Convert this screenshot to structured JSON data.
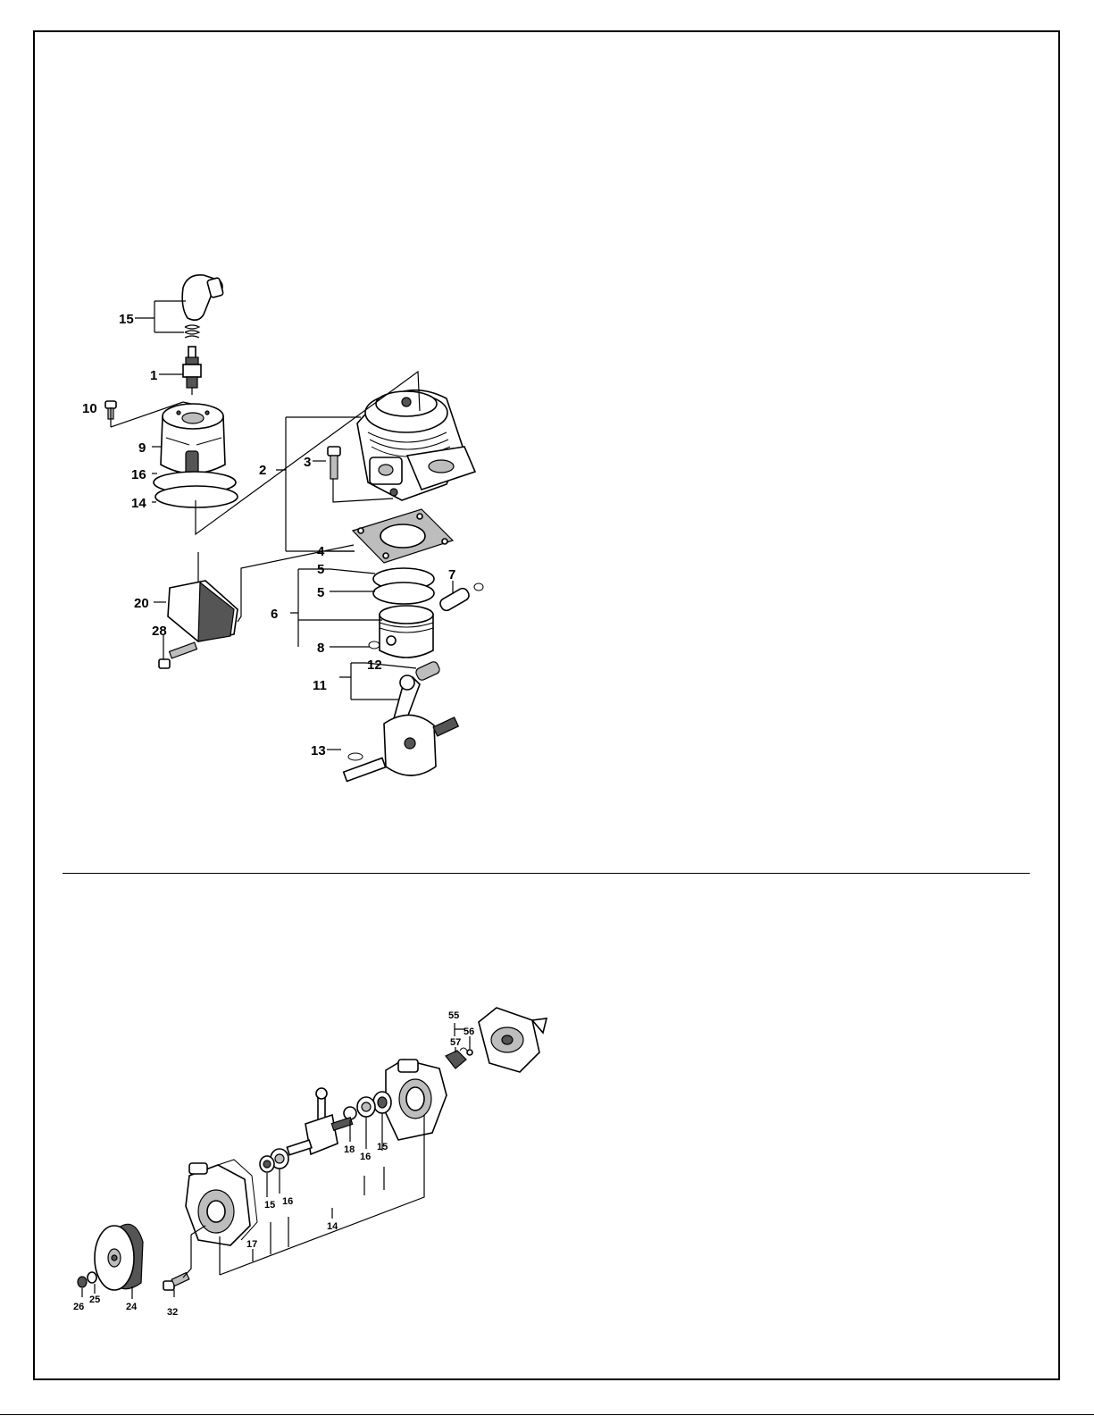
{
  "top_diagram": {
    "callouts": [
      "15",
      "1",
      "10",
      "9",
      "16",
      "14",
      "2",
      "3",
      "4",
      "5",
      "5",
      "6",
      "7",
      "8",
      "20",
      "28",
      "12",
      "11",
      "13"
    ]
  },
  "bottom_diagram": {
    "callouts": [
      "55",
      "57",
      "56",
      "18",
      "16",
      "15",
      "15",
      "16",
      "14",
      "17",
      "26",
      "25",
      "24",
      "32"
    ]
  }
}
